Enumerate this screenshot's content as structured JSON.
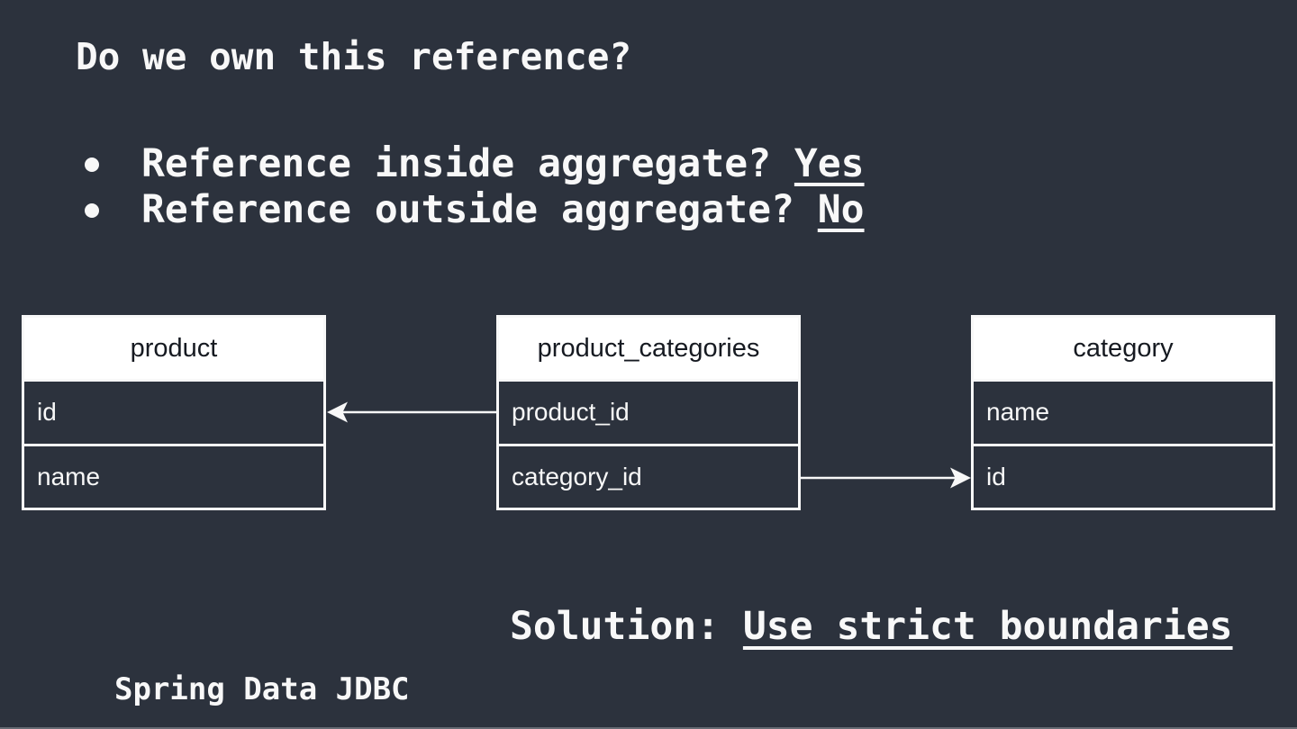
{
  "slide": {
    "title": "Do we own this reference?",
    "bullets": [
      {
        "text": "Reference inside aggregate? ",
        "answer": "Yes"
      },
      {
        "text": "Reference outside aggregate? ",
        "answer": "No"
      }
    ],
    "solution": {
      "label": "Solution: ",
      "emphasis": "Use strict boundaries"
    },
    "footer": "Spring Data JDBC"
  },
  "diagram": {
    "tables": [
      {
        "name": "product",
        "columns": [
          "id",
          "name"
        ]
      },
      {
        "name": "product_categories",
        "columns": [
          "product_id",
          "category_id"
        ]
      },
      {
        "name": "category",
        "columns": [
          "name",
          "id"
        ]
      }
    ],
    "relations": [
      {
        "from": "product_categories.product_id",
        "to": "product.id",
        "arrow": "left"
      },
      {
        "from": "product_categories.category_id",
        "to": "category.id",
        "arrow": "right"
      }
    ]
  },
  "colors": {
    "background": "#2c323d",
    "text": "#f8f8f8",
    "table-header-bg": "#ffffff",
    "table-header-text": "#161a21",
    "line": "#f8f8f8"
  }
}
